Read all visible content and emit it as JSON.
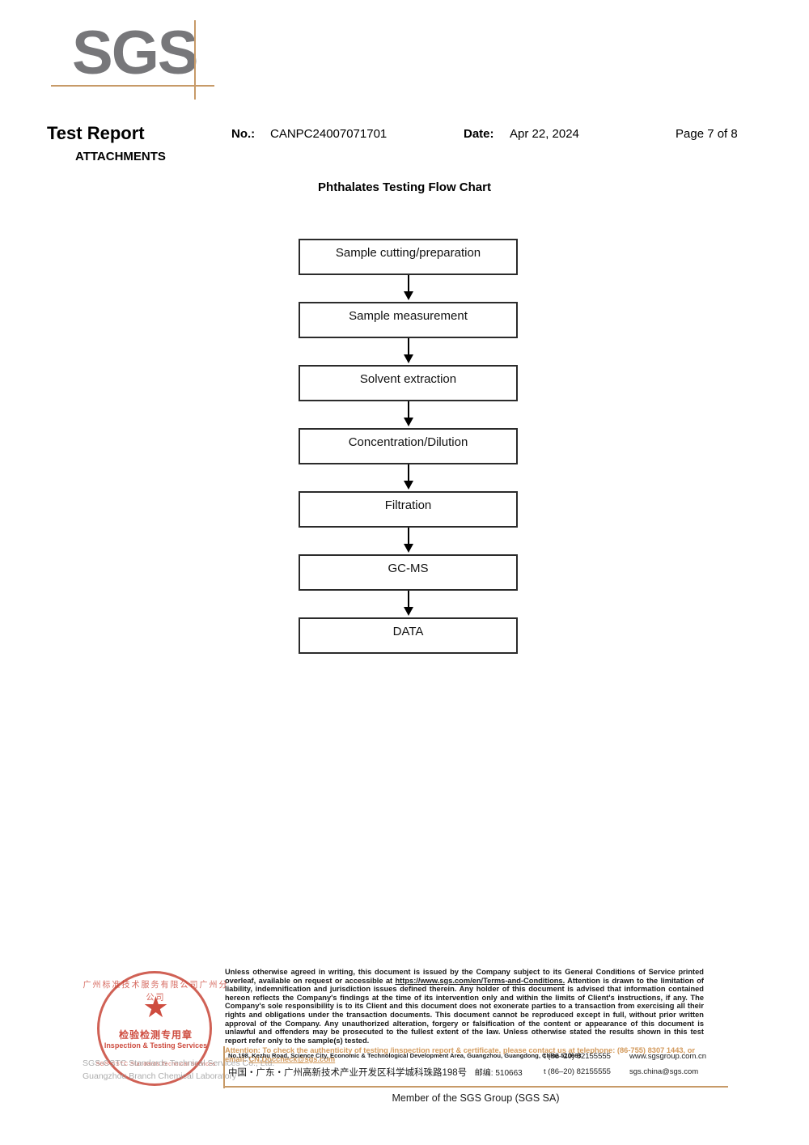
{
  "logo": {
    "text": "SGS",
    "rule_color": "#c79a68",
    "text_color": "#77777a"
  },
  "header": {
    "title": "Test Report",
    "subtitle": "ATTACHMENTS",
    "no_label": "No.:",
    "no_value": "CANPC24007071701",
    "date_label": "Date:",
    "date_value": "Apr 22, 2024",
    "page": "Page 7 of 8"
  },
  "flowchart": {
    "title": "Phthalates Testing Flow Chart",
    "steps": [
      {
        "label": "Sample cutting/preparation"
      },
      {
        "label": "Sample measurement"
      },
      {
        "label": "Solvent extraction"
      },
      {
        "label": "Concentration/Dilution"
      },
      {
        "label": "Filtration"
      },
      {
        "label": "GC-MS"
      },
      {
        "label": "DATA"
      }
    ]
  },
  "stamp": {
    "arc_top": "广州标准技术服务有限公司广州分公司",
    "star": "★",
    "cn_text": "检验检测专用章",
    "en_text": "Inspection & Testing Services",
    "arc_bottom": "SGS-CSTC Standards Technical Services",
    "color": "#c9392b",
    "watermark_line_1": "SGS-CSTC Standards Technical Services Co., Ltd.",
    "watermark_line_2": "Guangzhou Branch Chemical Laboratory"
  },
  "legal": {
    "paragraph_part_1": "Unless otherwise agreed in writing, this document is issued by the Company subject to its General Conditions of Service printed overleaf, available on request or accessible at ",
    "url": "https://www.sgs.com/en/Terms-and-Conditions.",
    "paragraph_part_2": " Attention is drawn to the limitation of liability, indemnification and jurisdiction issues defined therein. Any holder of this document is advised that information contained hereon reflects the Company's findings at the time of its intervention only and within the limits of Client's instructions, if any. The Company's sole responsibility is to its Client and this document does not exonerate parties to a transaction from exercising all their rights and obligations under the transaction documents. This document cannot be reproduced except in full, without prior written approval of the Company. Any unauthorized alteration, forgery or falsification of the content or appearance of this document is unlawful and offenders may be prosecuted to the fullest extent of the law. Unless otherwise stated the results shown in this test report refer only to the sample(s) tested.",
    "attention_part_1": "Attention: To check the authenticity of testing /inspection report & certificate, please contact us at telephone: (86-755) 8307 1443, or email: ",
    "attention_email": "CN.Doccheck@sgs.com",
    "attention_color": "#d39a5c"
  },
  "address": {
    "english": "No.198, Kezhu Road, Science City, Economic & Technological Development Area, Guangzhou, Guangdong, China 510663",
    "chinese": "中国・广东・广州高新技术产业开发区科学城科珠路198号",
    "chinese_postcode": "邮编: 510663",
    "tel_1": "t (86–20) 82155555",
    "tel_2": "t (86–20) 82155555",
    "web_1": "www.sgsgroup.com.cn",
    "web_2": "sgs.china@sgs.com"
  },
  "footer": {
    "member": "Member of the SGS Group (SGS SA)",
    "rule_color": "#c79a68"
  }
}
